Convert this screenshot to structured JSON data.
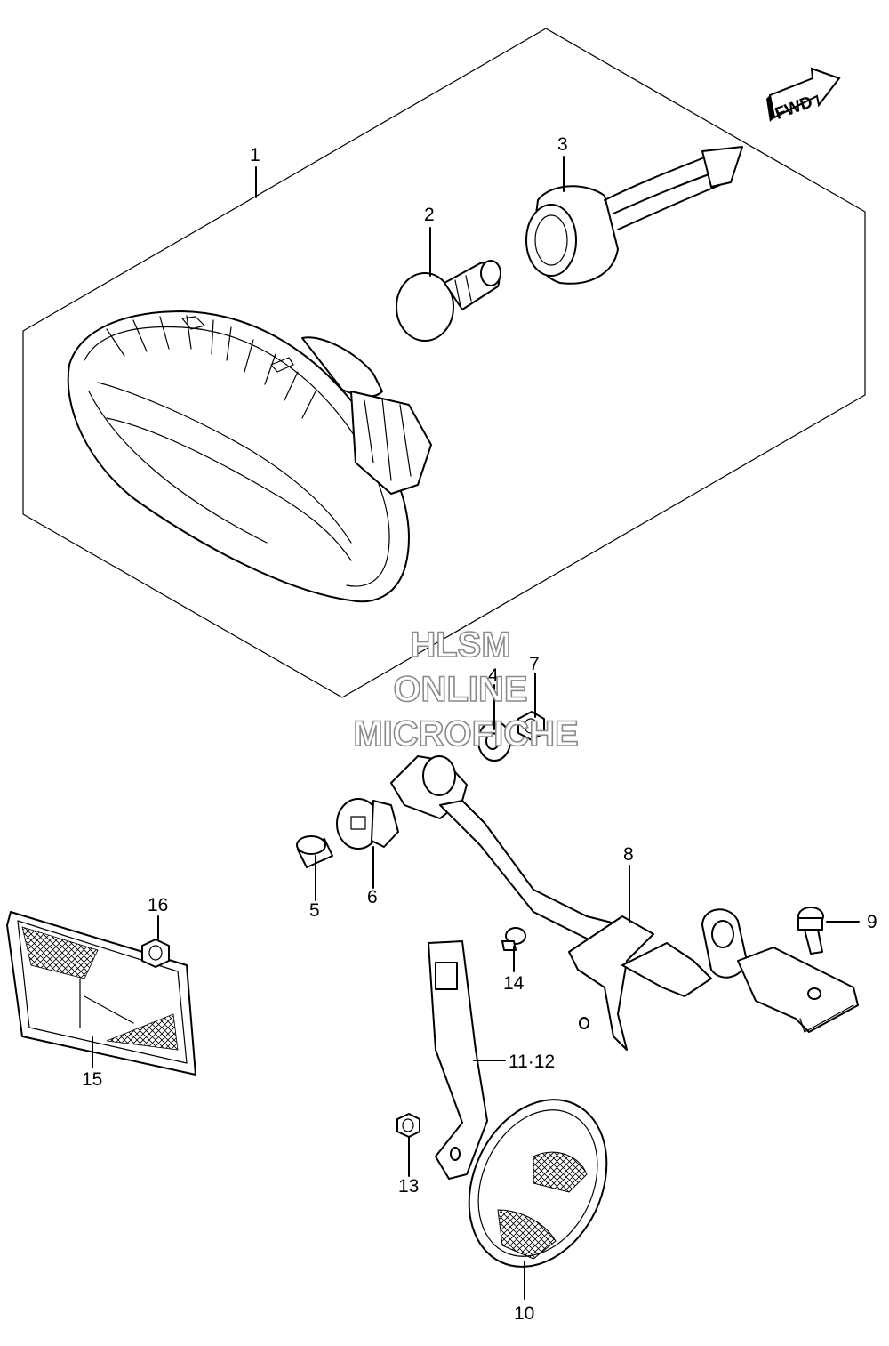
{
  "badge": {
    "text": "FWD",
    "icon": "forward-arrow-icon"
  },
  "callouts": [
    {
      "id": "c1",
      "text": "1"
    },
    {
      "id": "c2",
      "text": "2"
    },
    {
      "id": "c3",
      "text": "3"
    },
    {
      "id": "c4",
      "text": "4"
    },
    {
      "id": "c5",
      "text": "5"
    },
    {
      "id": "c6",
      "text": "6"
    },
    {
      "id": "c7",
      "text": "7"
    },
    {
      "id": "c8",
      "text": "8"
    },
    {
      "id": "c9",
      "text": "9"
    },
    {
      "id": "c10",
      "text": "10"
    },
    {
      "id": "c11",
      "text": "11·12"
    },
    {
      "id": "c13",
      "text": "13"
    },
    {
      "id": "c14",
      "text": "14"
    },
    {
      "id": "c15",
      "text": "15"
    },
    {
      "id": "c16",
      "text": "16"
    }
  ],
  "watermark": {
    "line1": "HLSM",
    "line2": "ONLINE",
    "line3": "MICROFICHE"
  },
  "colors": {
    "ink": "#000000",
    "background": "#ffffff",
    "watermark": "#8a8a8a"
  }
}
